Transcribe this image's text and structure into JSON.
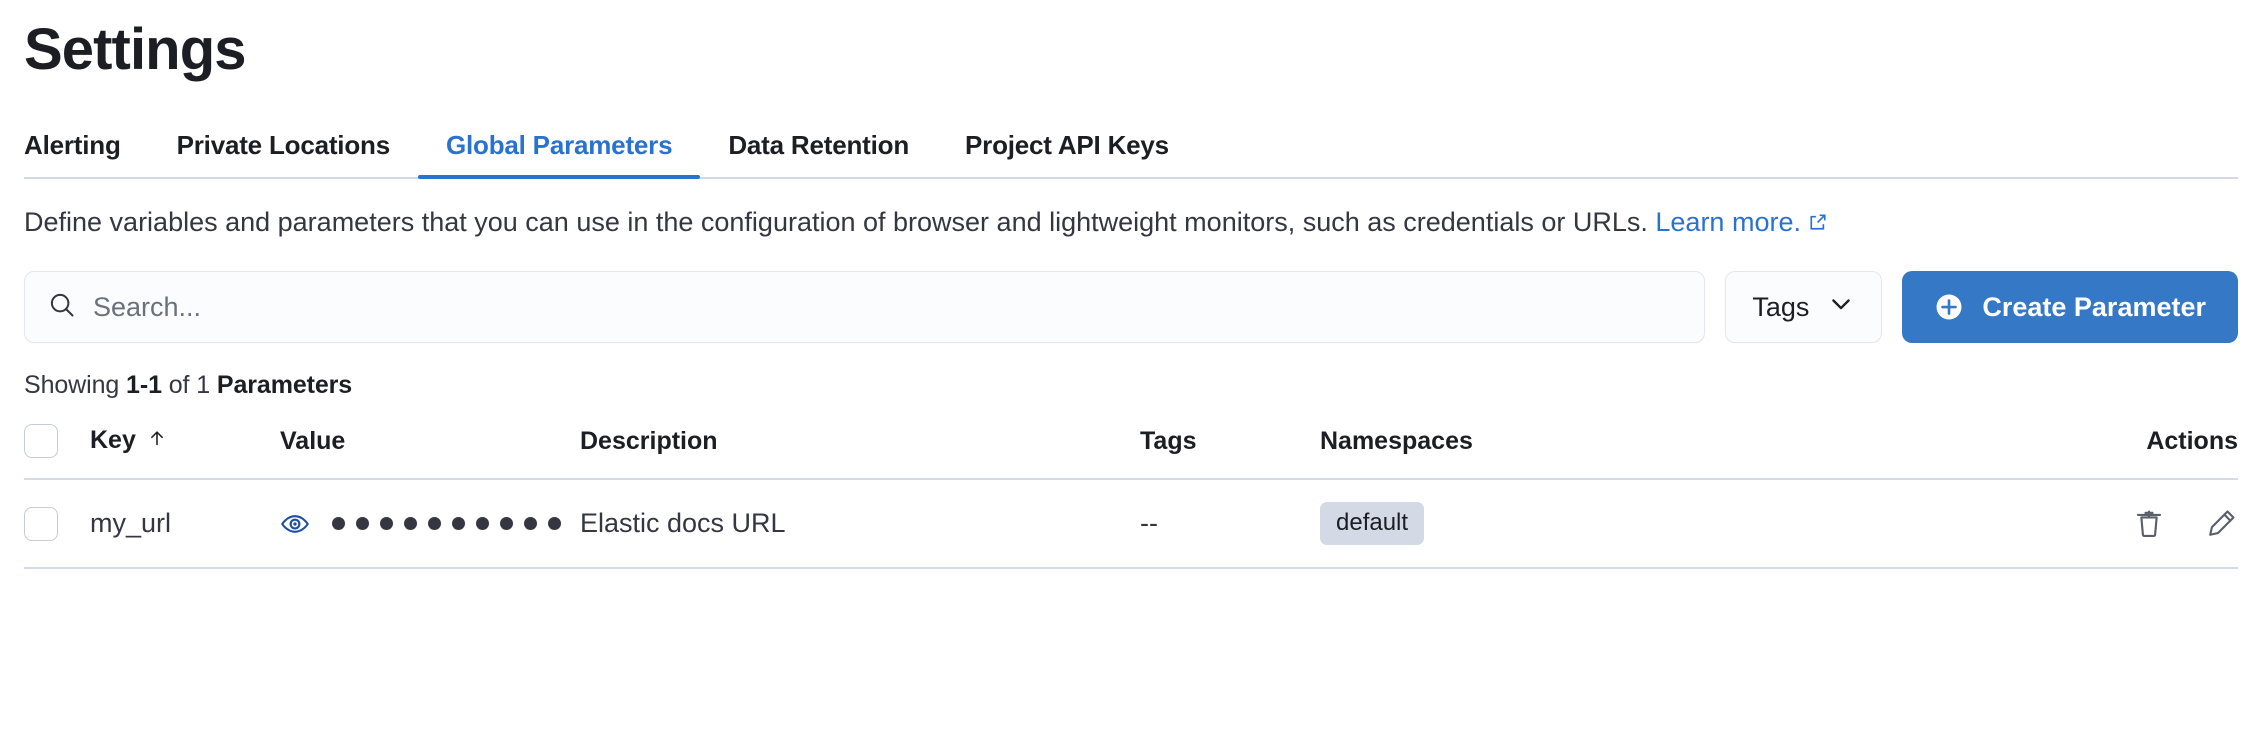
{
  "page": {
    "title": "Settings"
  },
  "tabs": [
    {
      "label": "Alerting",
      "active": false
    },
    {
      "label": "Private Locations",
      "active": false
    },
    {
      "label": "Global Parameters",
      "active": true
    },
    {
      "label": "Data Retention",
      "active": false
    },
    {
      "label": "Project API Keys",
      "active": false
    }
  ],
  "description": {
    "text": "Define variables and parameters that you can use in the configuration of browser and lightweight monitors, such as credentials or URLs.",
    "link_text": "Learn more.",
    "link_icon": "external-link-icon"
  },
  "controls": {
    "search": {
      "placeholder": "Search...",
      "value": "",
      "icon": "search-icon"
    },
    "tags_filter": {
      "label": "Tags",
      "icon": "chevron-down-icon"
    },
    "create_button": {
      "label": "Create Parameter",
      "icon": "plus-circle-icon"
    }
  },
  "results": {
    "showing_prefix": "Showing ",
    "range": "1-1",
    "middle": " of 1 ",
    "entity": "Parameters"
  },
  "table": {
    "columns": [
      {
        "key": "select",
        "label": ""
      },
      {
        "key": "key",
        "label": "Key",
        "sort": "asc",
        "sort_icon": "arrow-up-icon"
      },
      {
        "key": "value",
        "label": "Value"
      },
      {
        "key": "description",
        "label": "Description"
      },
      {
        "key": "tags",
        "label": "Tags"
      },
      {
        "key": "namespaces",
        "label": "Namespaces"
      },
      {
        "key": "actions",
        "label": "Actions"
      }
    ],
    "rows": [
      {
        "key": "my_url",
        "value_masked": true,
        "value_dots": 10,
        "value_toggle_icon": "eye-icon",
        "description": "Elastic docs URL",
        "tags": "--",
        "namespaces": [
          "default"
        ],
        "actions": [
          {
            "name": "delete-icon",
            "label": "Delete"
          },
          {
            "name": "edit-icon",
            "label": "Edit"
          }
        ]
      }
    ]
  },
  "colors": {
    "accent": "#2a72d1",
    "primary_button": "#3578c6",
    "border": "#d3dae6",
    "badge_bg": "#d3dae6",
    "text": "#343741",
    "heading": "#1d1e24"
  }
}
